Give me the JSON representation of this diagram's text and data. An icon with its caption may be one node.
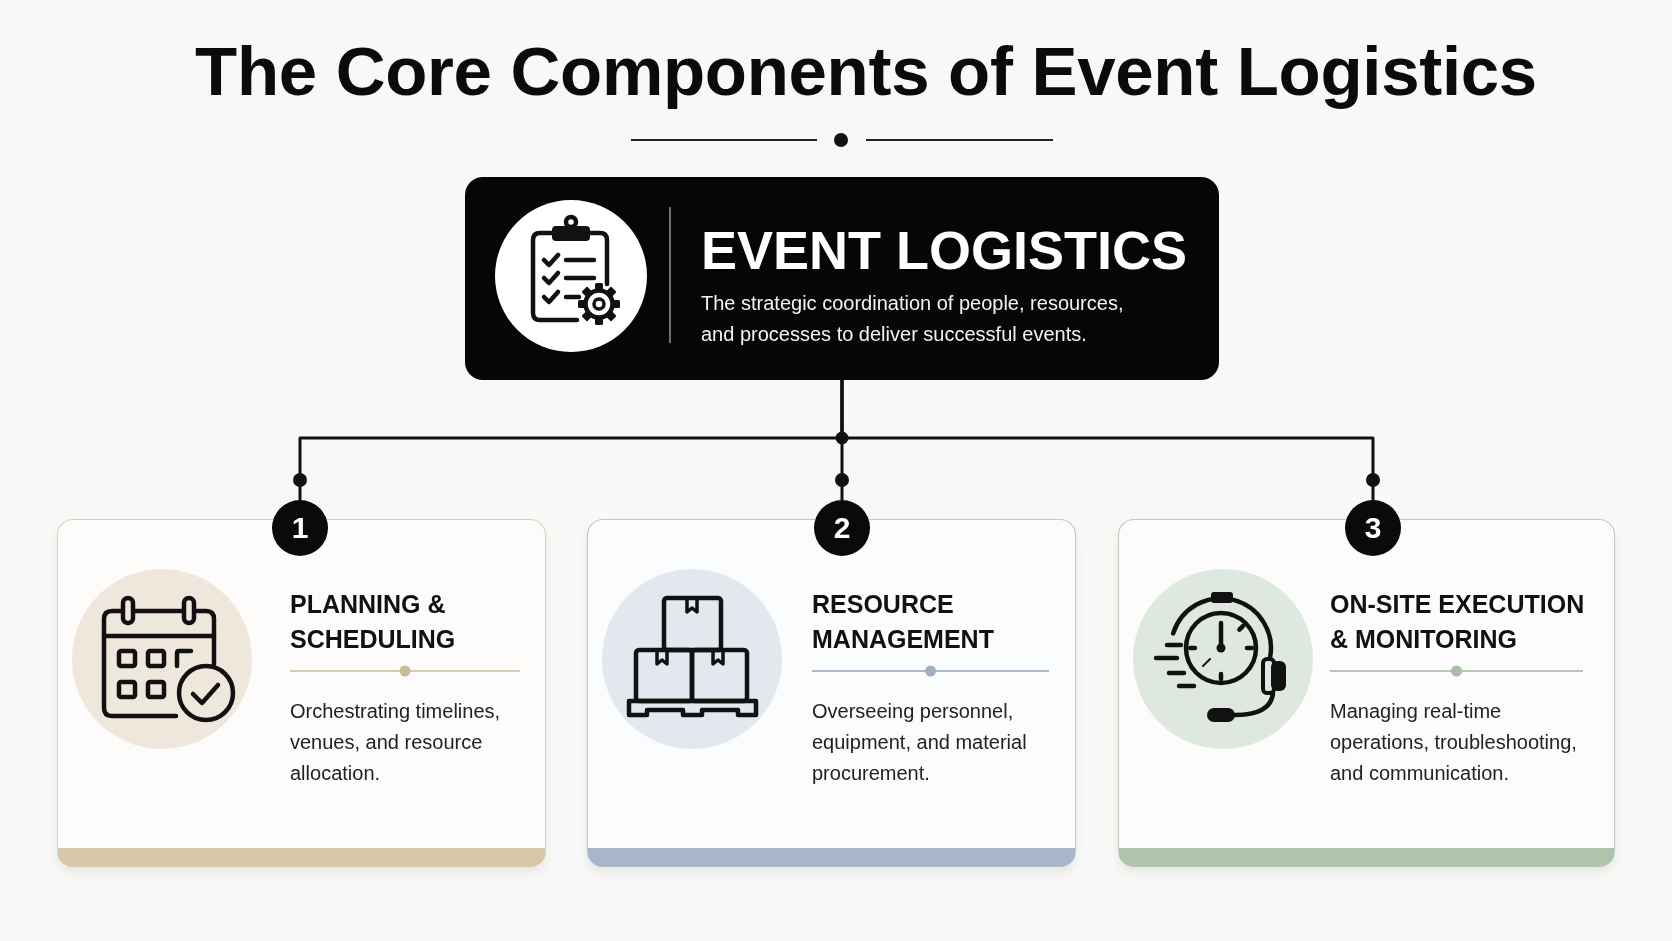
{
  "diagram": {
    "title": "The Core Components of Event Logistics",
    "nodes": [
      {
        "text": [
          "EVENT LOGISTICS",
          "The strategic coordination of people, resources, and processes to deliver successful events."
        ]
      },
      {
        "text": [
          "1"
        ]
      },
      {
        "text": [
          "PLANNING & SCHEDULING",
          "Orchestrating timelines, venues, and resource allocation."
        ]
      },
      {
        "text": [
          "2"
        ]
      },
      {
        "text": [
          "RESOURCE MANAGEMENT",
          "Overseeing personnel, equipment, and material procurement."
        ]
      },
      {
        "text": [
          "3"
        ]
      },
      {
        "text": [
          "ON-SITE EXECUTION & MONITORING",
          "Managing real-time operations, troubleshooting, and communication."
        ]
      }
    ],
    "edges": [
      {
        "from": 0,
        "to": 1,
        "arrow": "other"
      },
      {
        "from": 0,
        "to": 3,
        "arrow": "other"
      },
      {
        "from": 0,
        "to": 5,
        "arrow": "other"
      }
    ]
  }
}
